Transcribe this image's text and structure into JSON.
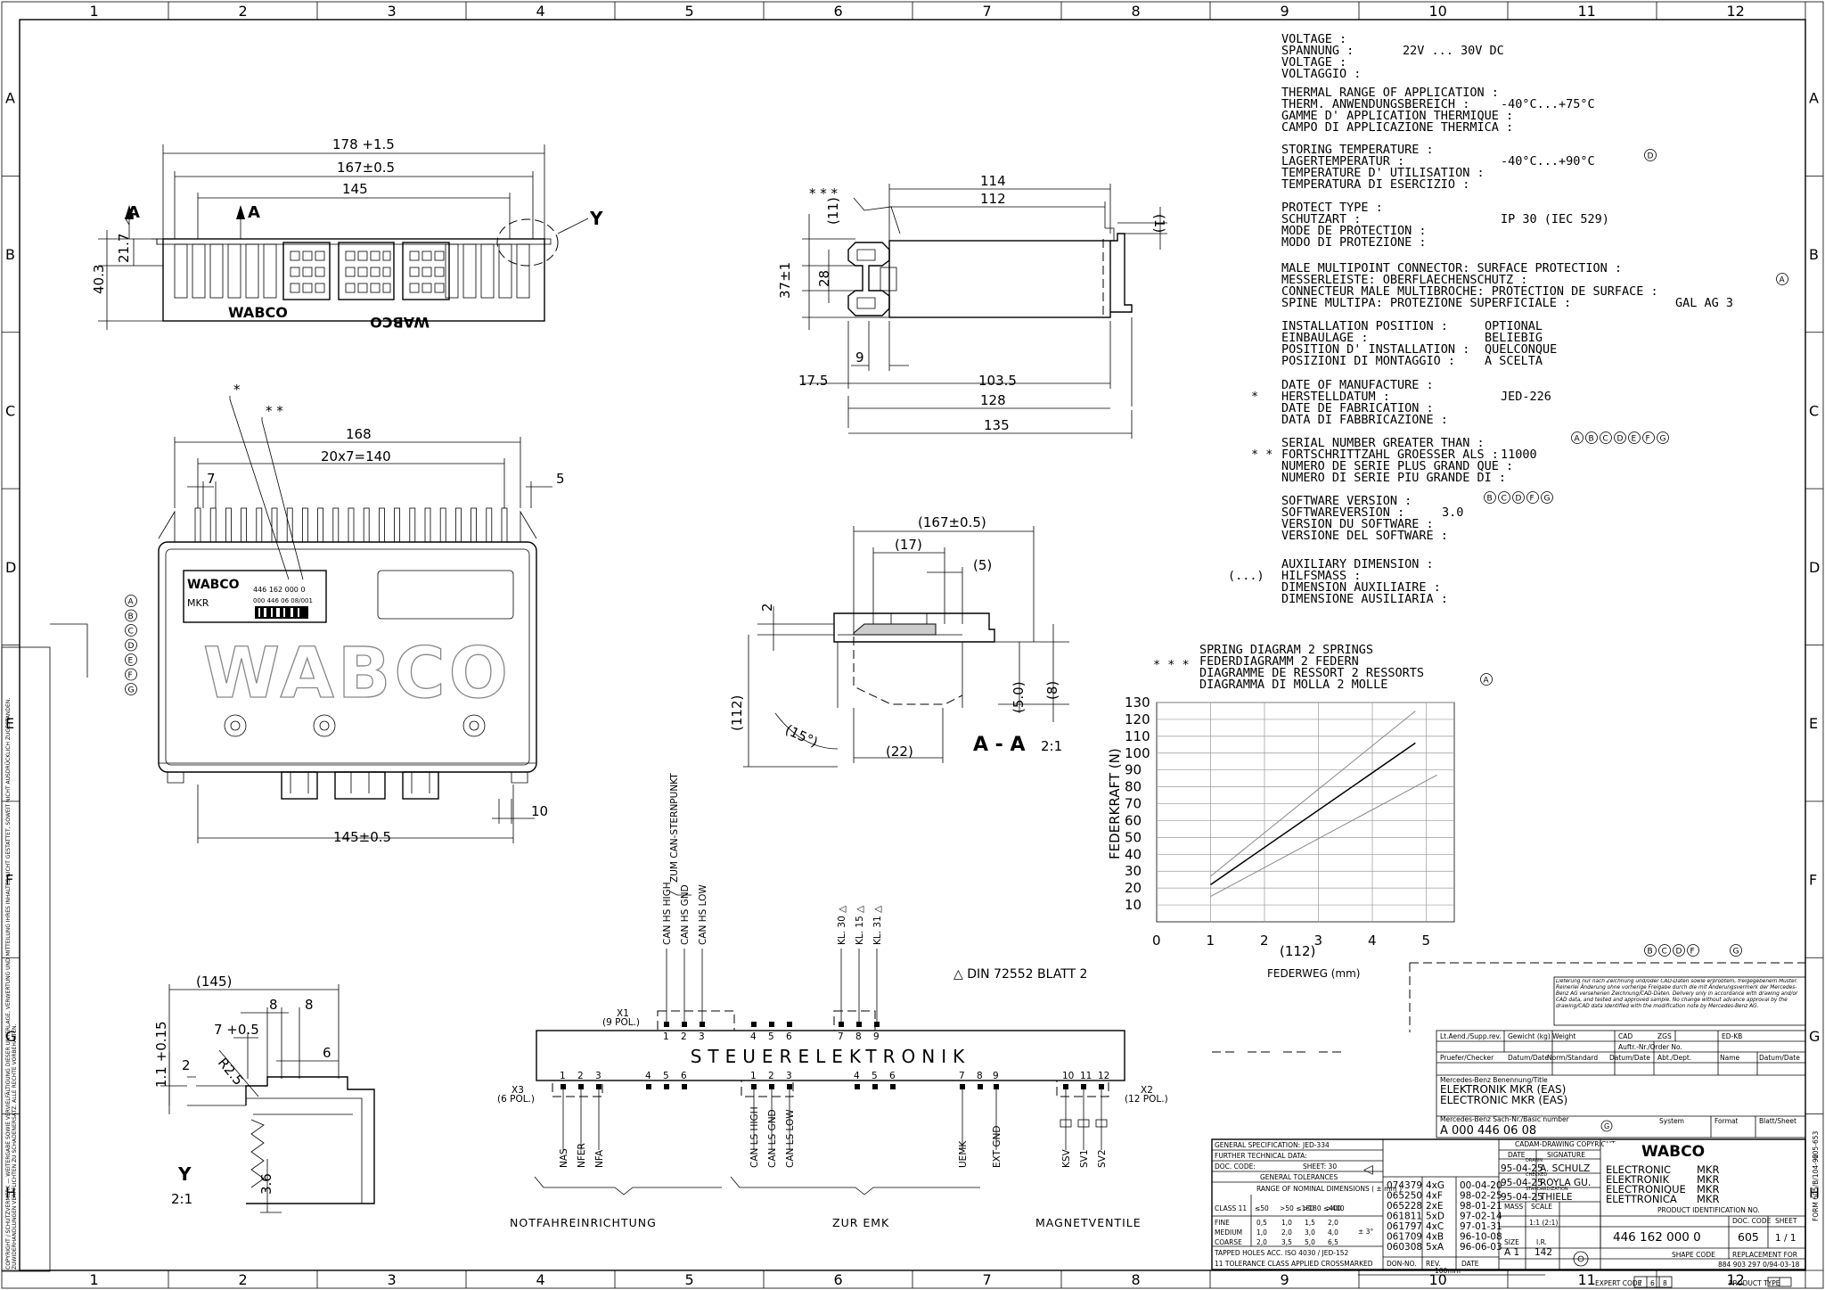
{
  "frame": {
    "columns": [
      "1",
      "2",
      "3",
      "4",
      "5",
      "6",
      "7",
      "8",
      "9",
      "10",
      "11",
      "12"
    ],
    "rows": [
      "A",
      "B",
      "C",
      "D",
      "E",
      "F",
      "G",
      "H"
    ]
  },
  "top_view": {
    "dims": [
      "178 +1.5",
      "167±0.5",
      "145",
      "21.7",
      "40.3"
    ],
    "section_marks": [
      "A",
      "A"
    ],
    "detail_mark": "Y",
    "logo": "WABCO"
  },
  "side_view": {
    "dims": [
      "114",
      "112",
      "(1)",
      "(11)",
      "28",
      "37±1",
      "9",
      "17.5",
      "103.5",
      "128",
      "135"
    ],
    "marker": "* * *"
  },
  "front_view": {
    "dims": [
      "168",
      "20x7=140",
      "7",
      "5",
      "10",
      "145±0.5"
    ],
    "markers": [
      "*",
      "* *"
    ],
    "label_logo": "WABCO",
    "label_model": "MKR",
    "label_part": "446 162 000 0",
    "label_part2": "000 446 06 08/001",
    "big_logo": "WABCO",
    "revisions": [
      "A",
      "B",
      "C",
      "D",
      "E",
      "F",
      "G"
    ]
  },
  "section_aa": {
    "dims": [
      "(167±0.5)",
      "(17)",
      "(5)",
      "2",
      "(112)",
      "(15°)",
      "(22)",
      "(5.0)",
      "(8)"
    ],
    "title": "A - A",
    "scale": "2:1"
  },
  "detail_y": {
    "dims": [
      "(145)",
      "8",
      "8",
      "7 +0.5",
      "6",
      "R2.5",
      "1.1 +0.15",
      "2",
      "3.6"
    ],
    "title": "Y",
    "scale": "2:1"
  },
  "schematic": {
    "can_labels": [
      "CAN HS HIGH",
      "CAN HS GND",
      "CAN HS LOW"
    ],
    "can_note": "ZUM CAN-STERNPUNKT",
    "kl_labels": [
      "KL. 30",
      "KL. 15",
      "KL. 31"
    ],
    "din_note": "DIN 72552 BLATT 2",
    "box_title": "STEUERELEKTRONIK",
    "x1": "X1",
    "x1_sub": "(9 POL.)",
    "x3": "X3",
    "x3_sub": "(6 POL.)",
    "x2": "X2",
    "x2_sub": "(12 POL.)",
    "top_pins": [
      "1",
      "2",
      "3",
      "4",
      "5",
      "6",
      "7",
      "8",
      "9"
    ],
    "x3_pins": [
      "1",
      "2",
      "3",
      "4",
      "5",
      "6"
    ],
    "x2_pins": [
      "1",
      "2",
      "3",
      "4",
      "5",
      "6",
      "7",
      "8",
      "9",
      "10",
      "11",
      "12"
    ],
    "bottom_labels": [
      "NAS",
      "NFER",
      "NFA",
      "CAN LS HIGH",
      "CAN LS GND",
      "CAN LS LOW",
      "UEMK",
      "EXT GND",
      "KSV",
      "SV1",
      "SV2"
    ],
    "groups": [
      "NOTFAHREINRICHTUNG",
      "ZUR EMK",
      "MAGNETVENTILE"
    ]
  },
  "specs": [
    {
      "labels": [
        "VOLTAGE",
        "SPANNUNG",
        "VOLTAGE",
        "VOLTAGGIO"
      ],
      "value": "22V ... 30V DC",
      "mark": ""
    },
    {
      "labels": [
        "THERMAL RANGE OF APPLICATION",
        "THERM. ANWENDUNGSBEREICH",
        "GAMME D' APPLICATION THERMIQUE",
        "CAMPO DI APPLICAZIONE THERMICA"
      ],
      "value": "-40°C...+75°C",
      "mark": ""
    },
    {
      "labels": [
        "STORING TEMPERATURE",
        "LAGERTEMPERATUR",
        "TEMPERATURE D' UTILISATION",
        "TEMPERATURA DI ESERCIZIO"
      ],
      "value": "-40°C...+90°C",
      "mark": "D"
    },
    {
      "labels": [
        "PROTECT TYPE",
        "SCHUTZART",
        "MODE DE PROTECTION",
        "MODO DI PROTEZIONE"
      ],
      "value": "IP 30 (IEC 529)",
      "mark": ""
    },
    {
      "labels": [
        "MALE MULTIPOINT CONNECTOR: SURFACE PROTECTION",
        "MESSERLEISTE: OBERFLAECHENSCHUTZ",
        "CONNECTEUR MALE MULTIBROCHE: PROTECTION DE SURFACE",
        "SPINE MULTIPA: PROTEZIONE SUPERFICIALE"
      ],
      "value": "GAL AG 3",
      "mark": "A"
    },
    {
      "labels": [
        "INSTALLATION POSITION",
        "EINBAULAGE",
        "POSITION D' INSTALLATION",
        "POSIZIONI DI MONTAGGIO"
      ],
      "values": [
        "OPTIONAL",
        "BELIEBIG",
        "QUELCONQUE",
        "A SCELTA"
      ],
      "mark": ""
    },
    {
      "labels": [
        "DATE OF MANUFACTURE",
        "HERSTELLDATUM",
        "DATE DE FABRICATION",
        "DATA DI FABBRICAZIONE"
      ],
      "value": "JED-226",
      "mark": "",
      "star": "*"
    },
    {
      "labels": [
        "SERIAL NUMBER GREATER THAN",
        "FORTSCHRITTZAHL GROESSER ALS",
        "NUMERO DE SERIE PLUS GRAND QUE",
        "NUMERO DI SERIE PIU GRANDE DI"
      ],
      "value": "11000",
      "mark": "A B C D E F G",
      "star": "* *"
    },
    {
      "labels": [
        "SOFTWARE VERSION",
        "SOFTWAREVERSION",
        "VERSION DU SOFTWARE",
        "VERSIONE DEL SOFTWARE"
      ],
      "value": "3.0",
      "mark": "B C D F G"
    },
    {
      "labels": [
        "AUXILIARY DIMENSION",
        "HILFSMASS",
        "DIMENSION AUXILIAIRE",
        "DIMENSIONE AUSILIARIA"
      ],
      "value": "",
      "mark": "",
      "star": "(...)"
    }
  ],
  "spring": {
    "labels": [
      "SPRING DIAGRAM  2 SPRINGS",
      "FEDERDIAGRAMM   2 FEDERN",
      "DIAGRAMME DE RESSORT  2 RESSORTS",
      "DIAGRAMMA DI MOLLA    2 MOLLE"
    ],
    "star": "* * *",
    "mark": "A"
  },
  "chart_data": {
    "type": "line",
    "ylabel": "FEDERKRAFT (N)",
    "xlabel": "FEDERWEG (mm)",
    "x_note": "(112)",
    "xlim": [
      0,
      5
    ],
    "ylim": [
      0,
      130
    ],
    "x_ticks": [
      0,
      1,
      2,
      3,
      4,
      5
    ],
    "y_ticks": [
      10,
      20,
      30,
      40,
      50,
      60,
      70,
      80,
      90,
      100,
      110,
      120,
      130
    ],
    "series": [
      {
        "x": [
          1,
          4.8
        ],
        "y": [
          27,
          125
        ]
      },
      {
        "x": [
          1,
          4.8
        ],
        "y": [
          22,
          106
        ]
      },
      {
        "x": [
          1,
          5.2
        ],
        "y": [
          15,
          87
        ]
      }
    ],
    "marks": "B C D F G"
  },
  "title_block": {
    "note": "Lieferung nur nach Zeichnung und/oder CAD-Daten sowie erprobtem, freigegebenem Muster. Reinerlei Änderung ohne vorherige Freigabe durch die mit Änderungsvermerk der Mercedes-Benz AG versehenen Zeichnung/CAD-Daten. Delivery only in accordance with drawing and/or CAD data, and tested and approved sample. No change without advance approval by the drawing/CAD data identified with the modification note by Mercedes-Benz AG.",
    "h1": [
      "Lt.Aend./Supp.rev.",
      "Gewicht (kg) Weight",
      "CAD",
      "ZGS",
      "ED-KB"
    ],
    "h2": [
      "Auftr.-Nr./Order No."
    ],
    "h3": [
      "Pruefer/Checker",
      "Datum/Date",
      "Norm/Standard",
      "Datum/Date",
      "Abt./Dept.",
      "Name",
      "Datum/Date"
    ],
    "benennung_label": "Mercedes-Benz Benennung/Title",
    "title_de": "ELEKTRONIK MKR (EAS)",
    "title_en": "ELECTRONIC MKR (EAS)",
    "sach_label": "Mercedes-Benz Sach-Nr./Basic number",
    "basic_number": "A 000 446 06 08",
    "rev": "G",
    "system": "System",
    "format": "Format",
    "blatt": "Blatt/Sheet",
    "left_rows": [
      "GENERAL SPECIFICATION:",
      "FURTHER TECHNICAL DATA:",
      "DOC. CODE:"
    ],
    "left_vals": [
      "JED-334",
      "",
      "SHEET: 30"
    ],
    "tol_title": "GENERAL TOLERANCES",
    "tol_sub": "RANGE OF NOMINAL DIMENSIONS ( ± mm )",
    "tol_class": "CLASS 11",
    "tol_heads": [
      "≤50",
      ">50 ≤180",
      ">180 ≤400",
      ">400"
    ],
    "tol_rows": [
      [
        "FINE",
        "0,5",
        "1,0",
        "1,5",
        "2,0"
      ],
      [
        "MEDIUM",
        "1,0",
        "2,0",
        "3,0",
        "4,0"
      ],
      [
        "COARSE",
        "2,0",
        "3,5",
        "5,0",
        "6,5"
      ]
    ],
    "tol_angle": "± 3°",
    "tol_foot1": "TAPPED HOLES ACC. ISO 4030 / JED-152",
    "tol_foot2": "11 TOLERANCE CLASS APPLIED CROSSMARKED",
    "changes": [
      [
        "074379",
        "4xG",
        "00-04-20"
      ],
      [
        "065250",
        "4xF",
        "98-02-25"
      ],
      [
        "065228",
        "2xE",
        "98-01-21"
      ],
      [
        "061811",
        "5xD",
        "97-02-14"
      ],
      [
        "061797",
        "4xC",
        "97-01-31"
      ],
      [
        "061709",
        "4xB",
        "96-10-08"
      ],
      [
        "060308",
        "5xA",
        "96-06-03"
      ]
    ],
    "change_heads": [
      "DON-NO.",
      "REV.",
      "DATE"
    ],
    "cad_label": "CADAM-DRAWING COPYRIGHT",
    "drawn_heads": [
      "DATE",
      "SIGNATURE"
    ],
    "drawn": [
      [
        "DRAWN",
        "95-04-25",
        "A. SCHULZ"
      ],
      [
        "CHECKED",
        "95-04-25",
        "ROYLA GU."
      ],
      [
        "STANDARDIZATION",
        "95-04-25",
        "THIELE"
      ]
    ],
    "logo": "WABCO",
    "names": [
      "ELECTRONIC",
      "ELEKTRONIK",
      "ELECTRONIQUE",
      "ELETTRONICA"
    ],
    "names_right": [
      "MKR",
      "MKR",
      "MKR",
      "MKR"
    ],
    "mass": "MASS",
    "scale_label": "SCALE",
    "scale": "1:1 (2:1)",
    "pid_label": "PRODUCT IDENTIFICATION NO.",
    "pid": "446 162 000 0",
    "doc_code_label": "DOC. CODE",
    "doc_code": "605",
    "sheet_label": "SHEET",
    "sheet": "1 / 1",
    "size_label": "SIZE",
    "size": "A 1",
    "ir_label": "I.R.",
    "ir": "142",
    "shape_code": "SHAPE CODE",
    "replacement_label": "REPLACEMENT FOR",
    "replacement": "884 903 297 0/94-03-18",
    "expert_code": "EXPERT CODE",
    "expert_vals": [
      "7",
      "6",
      "8"
    ],
    "product_type": "PRODUCT TYPE",
    "scale_bar": "100mm",
    "side_ref": "605-653",
    "side_ref2": "FORM 605/B/104-92"
  },
  "side_note": "COPYRIGHT / SCHUTZVERMERK — WEITERGABE SOWIE VERVIELFÄLTIGUNG DIESER UNTERLAGE, VERWERTUNG UND MITTEILUNG IHRES INHALTES NICHT GESTATTET, SOWEIT NICHT AUSDRÜCKLICH ZUGESTANDEN. ZUWIDERHANDLUNGEN VERPFLICHTEN ZU SCHADENERSATZ. ALLE RECHTE VORBEHALTEN."
}
